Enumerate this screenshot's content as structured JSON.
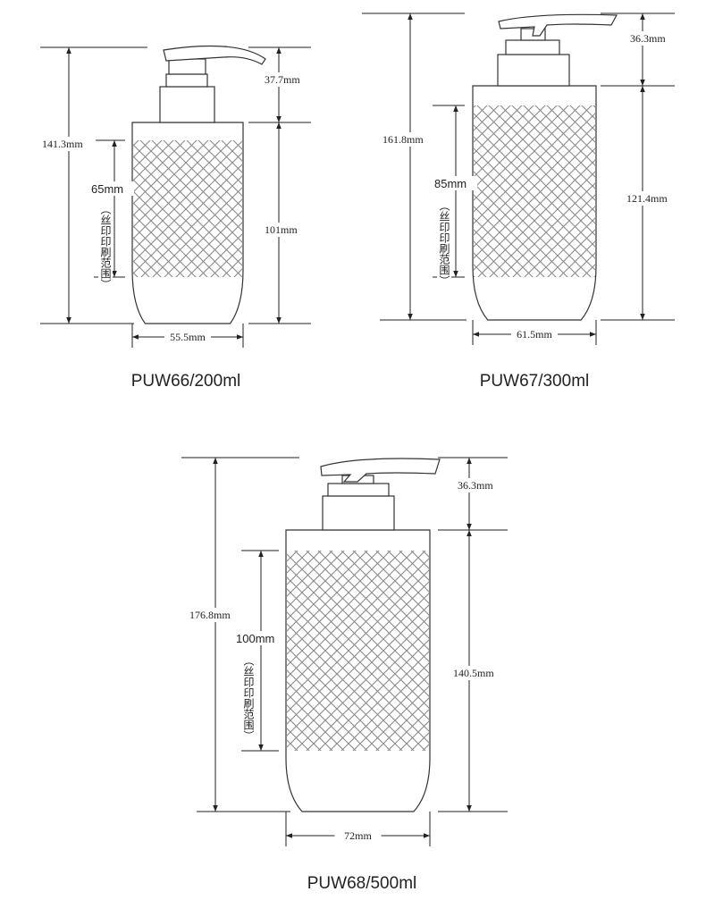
{
  "bottles": [
    {
      "model": "PUW66/200ml",
      "total_height": "141.3mm",
      "pump_height": "37.7mm",
      "body_height": "101mm",
      "print_height": "65mm",
      "print_note": "（丝印印刷范围）",
      "width": "55.5mm"
    },
    {
      "model": "PUW67/300ml",
      "total_height": "161.8mm",
      "pump_height": "36.3mm",
      "body_height": "121.4mm",
      "print_height": "85mm",
      "print_note": "（丝印印刷范围）",
      "width": "61.5mm"
    },
    {
      "model": "PUW68/500ml",
      "total_height": "176.8mm",
      "pump_height": "36.3mm",
      "body_height": "140.5mm",
      "print_height": "100mm",
      "print_note": "（丝印印刷范围）",
      "width": "72mm"
    }
  ],
  "colors": {
    "line": "#222222",
    "hatch": "#8a8a8a"
  }
}
